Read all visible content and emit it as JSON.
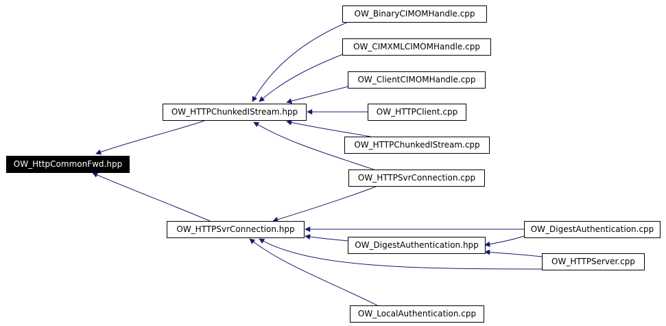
{
  "nodes": {
    "root": "OW_HttpCommonFwd.hpp",
    "chunked_hpp": "OW_HTTPChunkedIStream.hpp",
    "svrconn_hpp": "OW_HTTPSvrConnection.hpp",
    "binary_cpp": "OW_BinaryCIMOMHandle.cpp",
    "cimxml_cpp": "OW_CIMXMLCIMOMHandle.cpp",
    "client_cimom_cpp": "OW_ClientCIMOMHandle.cpp",
    "httpclient_cpp": "OW_HTTPClient.cpp",
    "chunked_cpp": "OW_HTTPChunkedIStream.cpp",
    "svrconn_cpp": "OW_HTTPSvrConnection.cpp",
    "digest_hpp": "OW_DigestAuthentication.hpp",
    "digest_cpp": "OW_DigestAuthentication.cpp",
    "httpserver_cpp": "OW_HTTPServer.cpp",
    "localauth_cpp": "OW_LocalAuthentication.cpp"
  },
  "colors": {
    "edge": "#191970",
    "root_fill": "#000000",
    "root_text": "#ffffff",
    "node_fill": "#ffffff",
    "node_border": "#000000"
  }
}
